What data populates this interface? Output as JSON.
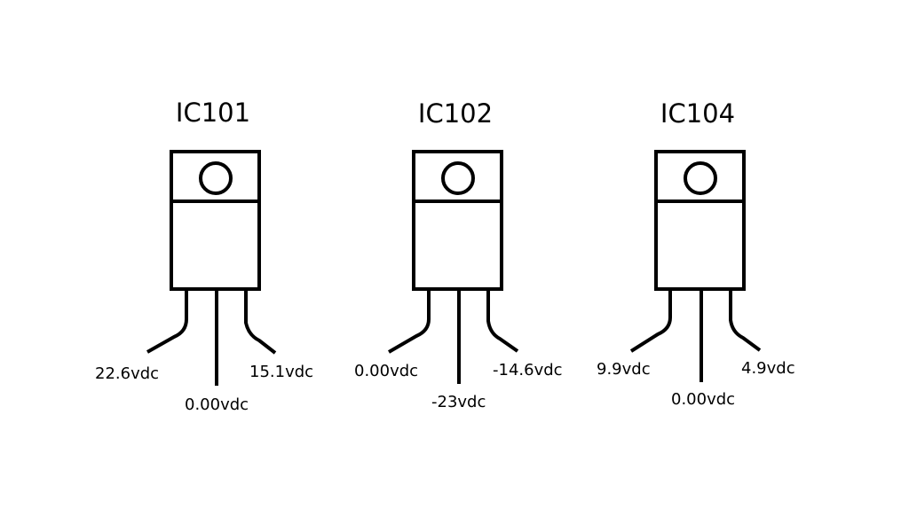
{
  "diagram": {
    "stroke_color": "#000000",
    "background_color": "#ffffff",
    "components": [
      {
        "title": "IC101",
        "pins": {
          "left": "22.6vdc",
          "middle": "0.00vdc",
          "right": "15.1vdc"
        }
      },
      {
        "title": "IC102",
        "pins": {
          "left": "0.00vdc",
          "middle": "-23vdc",
          "right": "-14.6vdc"
        }
      },
      {
        "title": "IC104",
        "pins": {
          "left": "9.9vdc",
          "middle": "0.00vdc",
          "right": "4.9vdc"
        }
      }
    ]
  }
}
